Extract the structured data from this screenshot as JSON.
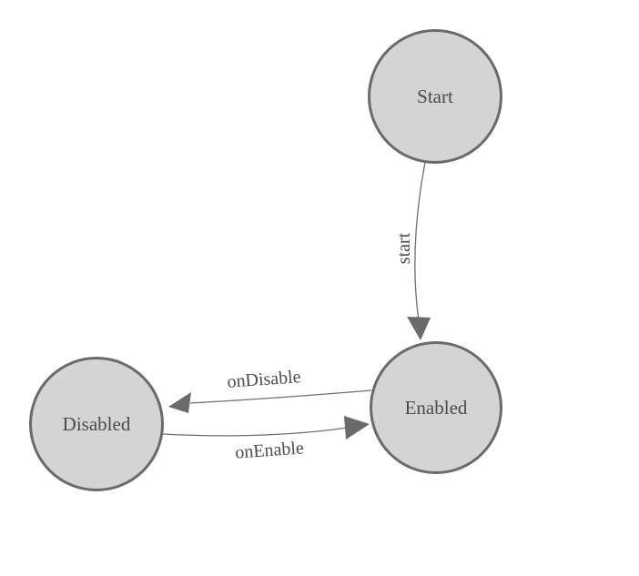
{
  "diagram": {
    "type": "state-machine",
    "colors": {
      "background": "#ffffff",
      "node_fill": "#d4d4d4",
      "node_border": "#6a6a6a",
      "edge_stroke": "#6e6e6e",
      "arrowhead_fill": "#6a6a6a",
      "label_text": "#4b4b4b"
    },
    "nodes": [
      {
        "id": "start",
        "label": "Start"
      },
      {
        "id": "enabled",
        "label": "Enabled"
      },
      {
        "id": "disabled",
        "label": "Disabled"
      }
    ],
    "edges": [
      {
        "id": "start-to-enabled",
        "from": "Start",
        "to": "Enabled",
        "label": "start"
      },
      {
        "id": "enabled-to-disabled",
        "from": "Enabled",
        "to": "Disabled",
        "label": "onDisable"
      },
      {
        "id": "disabled-to-enabled",
        "from": "Disabled",
        "to": "Enabled",
        "label": "onEnable"
      }
    ]
  }
}
